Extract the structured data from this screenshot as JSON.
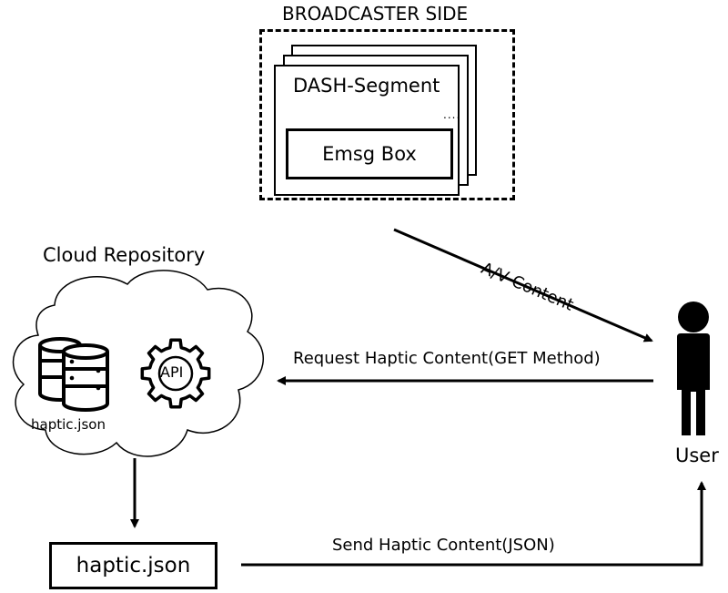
{
  "broadcaster": {
    "title": "BROADCASTER SIDE",
    "segment_label": "DASH-Segment",
    "ellipsis": "....",
    "emsg_label": "Emsg Box"
  },
  "cloud": {
    "title": "Cloud Repository",
    "db_label": "haptic.json",
    "api_label": "API"
  },
  "output_box": {
    "label": "haptic.json"
  },
  "user": {
    "label": "User"
  },
  "arrows": {
    "av_content": "A/V Content",
    "request": "Request Haptic Content(GET Method)",
    "send": "Send Haptic Content(JSON)"
  }
}
